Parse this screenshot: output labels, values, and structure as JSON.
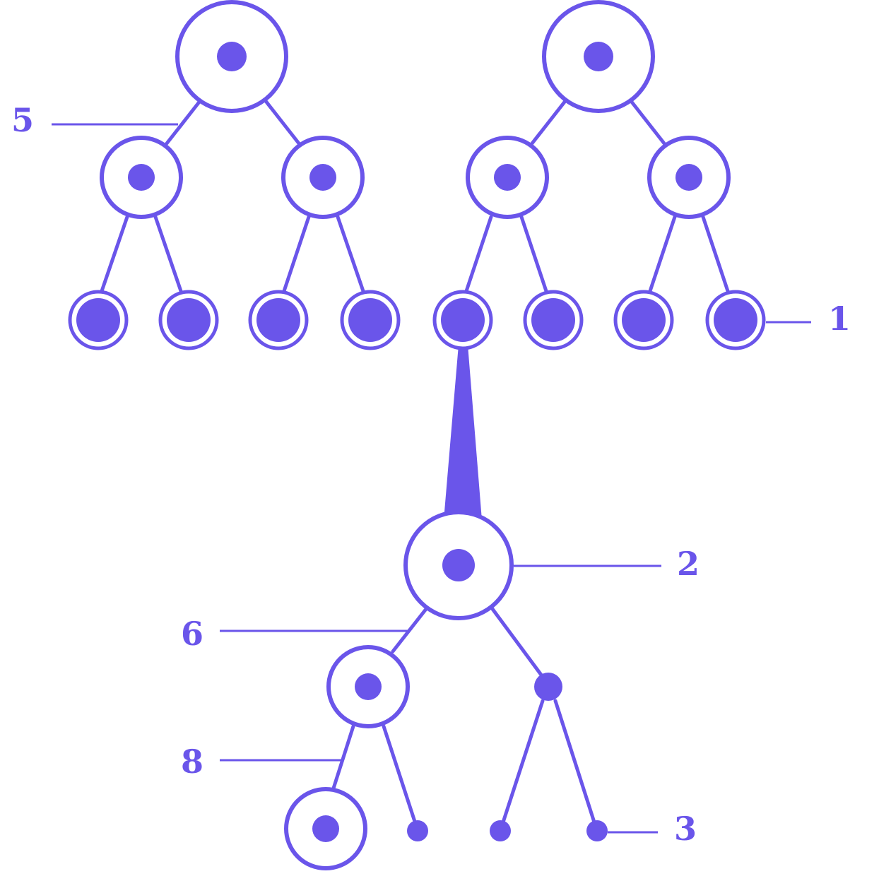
{
  "colors": {
    "accent": "#6a55ea",
    "background": "#ffffff"
  },
  "callouts": {
    "label_1": "1",
    "label_2": "2",
    "label_3": "3",
    "label_5": "5",
    "label_6": "6",
    "label_8": "8"
  }
}
